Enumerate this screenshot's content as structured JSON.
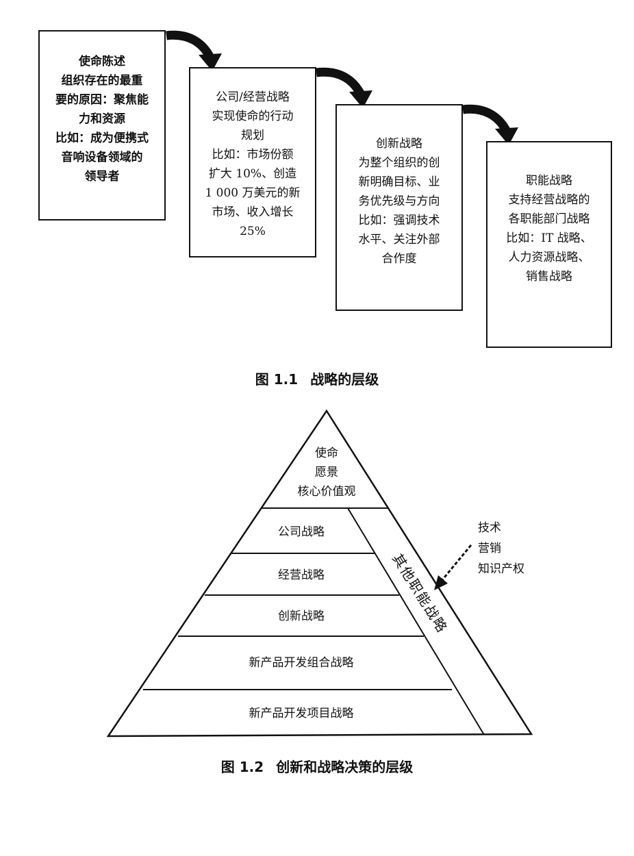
{
  "figure1": {
    "caption_number": "图 1.1",
    "caption_text": "战略的层级",
    "boxes": [
      {
        "lines": [
          "使命陈述",
          "组织存在的最重",
          "要的原因：聚焦能",
          "力和资源",
          "比如：成为便携式",
          "音响设备领域的",
          "领导者"
        ]
      },
      {
        "lines": [
          "公司/经营战略",
          "实现使命的行动",
          "规划",
          "比如：市场份额",
          "扩大 10%、创造",
          "1 000 万美元的新",
          "市场、收入增长",
          "25%"
        ]
      },
      {
        "lines": [
          "创新战略",
          "为整个组织的创",
          "新明确目标、业",
          "务优先级与方向",
          "比如：强调技术",
          "水平、关注外部",
          "合作度"
        ]
      },
      {
        "lines": [
          "职能战略",
          "支持经营战略的",
          "各职能部门战略",
          "比如：IT 战略、",
          "人力资源战略、",
          "销售战略"
        ]
      }
    ]
  },
  "figure2": {
    "caption_number": "图 1.2",
    "caption_text": "创新和战略决策的层级",
    "apex_lines": [
      "使命",
      "愿景",
      "核心价值观"
    ],
    "levels": [
      "公司战略",
      "经营战略",
      "创新战略",
      "新产品开发组合战略",
      "新产品开发项目战略"
    ],
    "side_label": "其他职能战略",
    "inputs": [
      "技术",
      "营销",
      "知识产权"
    ]
  }
}
